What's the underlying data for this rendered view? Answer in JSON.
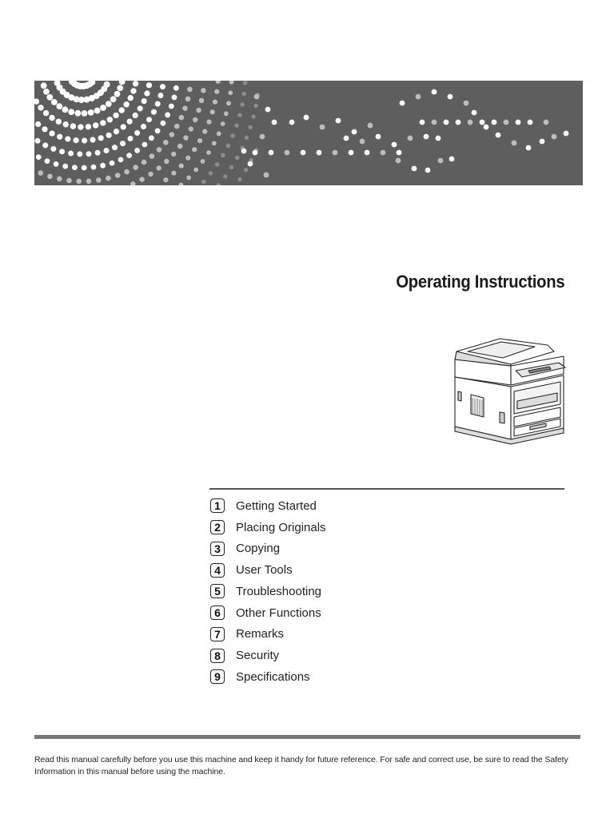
{
  "title": "Operating Instructions",
  "toc": [
    {
      "num": "1",
      "label": "Getting Started"
    },
    {
      "num": "2",
      "label": "Placing Originals"
    },
    {
      "num": "3",
      "label": "Copying"
    },
    {
      "num": "4",
      "label": "User Tools"
    },
    {
      "num": "5",
      "label": "Troubleshooting"
    },
    {
      "num": "6",
      "label": "Other Functions"
    },
    {
      "num": "7",
      "label": "Remarks"
    },
    {
      "num": "8",
      "label": "Security"
    },
    {
      "num": "9",
      "label": "Specifications"
    }
  ],
  "footer": {
    "note": "Read this manual carefully before you use this machine and keep it handy for future reference. For safe and correct use, be sure to read the Safety Information in this manual before using the machine."
  },
  "colors": {
    "banner": "#5e5e5e",
    "dots_light": "#ffffff",
    "dots_mid": "#bdbdbd"
  },
  "icons": [
    "dot-pattern-graphic",
    "copier-machine-illustration"
  ]
}
